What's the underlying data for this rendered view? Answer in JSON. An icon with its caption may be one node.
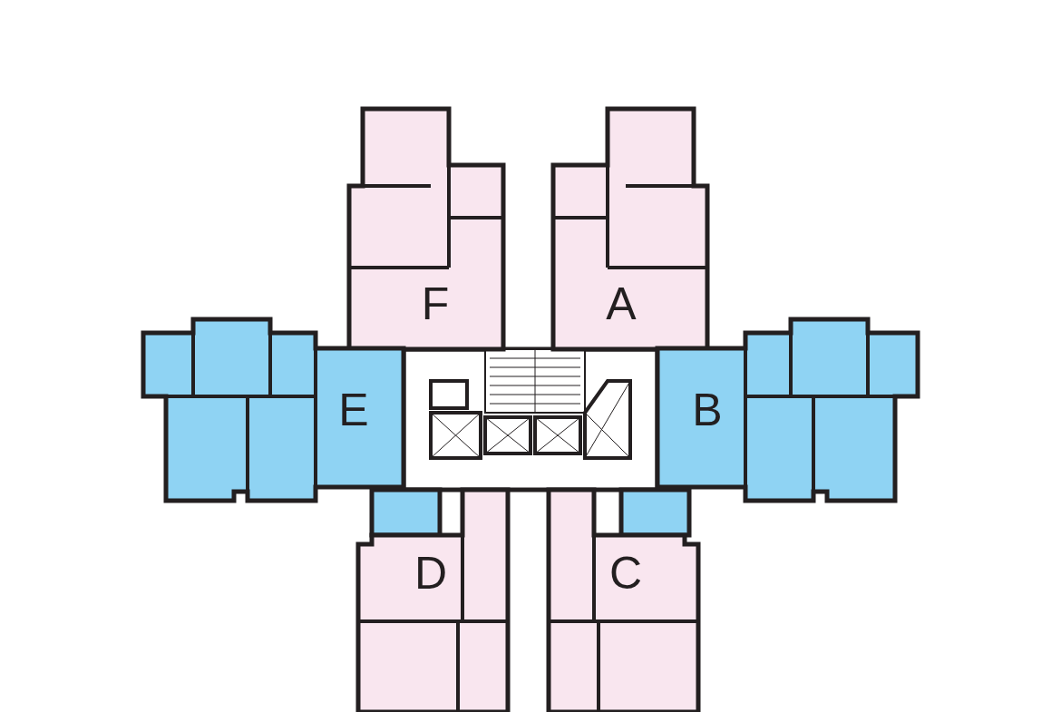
{
  "diagram": {
    "nodes": [
      {
        "text": [
          "F"
        ]
      },
      {
        "text": [
          "A"
        ]
      },
      {
        "text": [
          "E"
        ]
      },
      {
        "text": [
          "B"
        ]
      },
      {
        "text": [
          "D"
        ]
      },
      {
        "text": [
          "C"
        ]
      }
    ]
  }
}
